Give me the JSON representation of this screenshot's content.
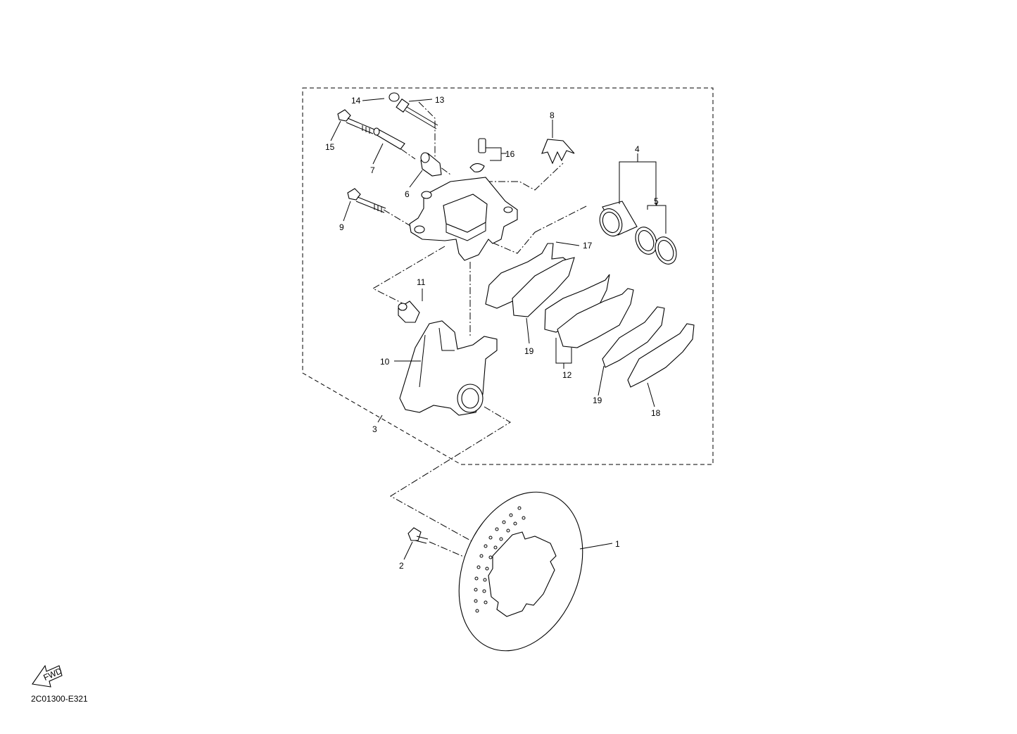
{
  "drawing_code": "2C01300-E321",
  "fwd_label": "FWD",
  "callouts": [
    {
      "id": "c1",
      "label": "1"
    },
    {
      "id": "c2",
      "label": "2"
    },
    {
      "id": "c3",
      "label": "3"
    },
    {
      "id": "c4",
      "label": "4"
    },
    {
      "id": "c5",
      "label": "5"
    },
    {
      "id": "c6",
      "label": "6"
    },
    {
      "id": "c7",
      "label": "7"
    },
    {
      "id": "c8",
      "label": "8"
    },
    {
      "id": "c9",
      "label": "9"
    },
    {
      "id": "c10",
      "label": "10"
    },
    {
      "id": "c11",
      "label": "11"
    },
    {
      "id": "c12",
      "label": "12"
    },
    {
      "id": "c13",
      "label": "13"
    },
    {
      "id": "c14",
      "label": "14"
    },
    {
      "id": "c15",
      "label": "15"
    },
    {
      "id": "c16",
      "label": "16"
    },
    {
      "id": "c17",
      "label": "17"
    },
    {
      "id": "c18",
      "label": "18"
    },
    {
      "id": "c19a",
      "label": "19"
    },
    {
      "id": "c19b",
      "label": "19"
    }
  ]
}
